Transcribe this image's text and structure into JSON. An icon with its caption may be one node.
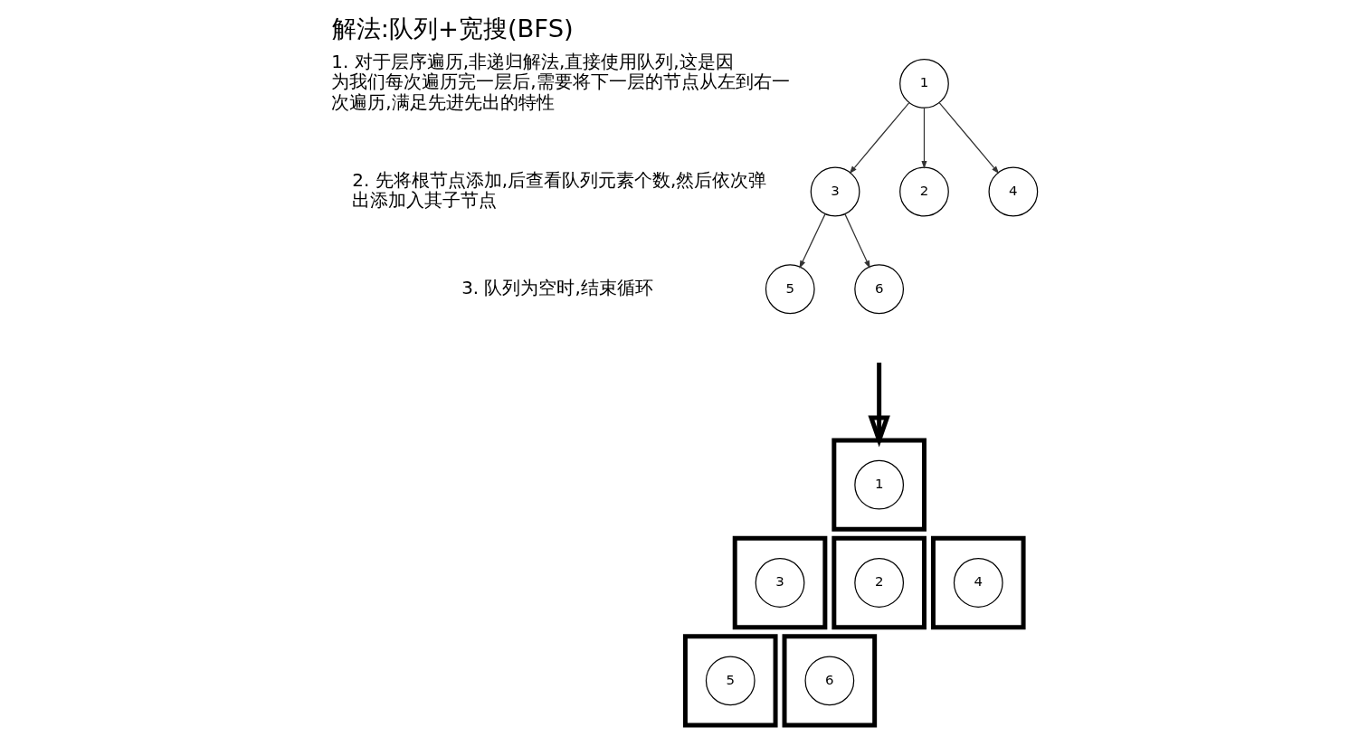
{
  "diagram": {
    "title": "解法:队列+宽搜(BFS)",
    "nodes": [
      {
        "text": [
          "1"
        ]
      },
      {
        "text": [
          "3"
        ]
      },
      {
        "text": [
          "2"
        ]
      },
      {
        "text": [
          "4"
        ]
      },
      {
        "text": [
          "5"
        ]
      },
      {
        "text": [
          "6"
        ]
      },
      {
        "text": [],
        "shape": "box"
      },
      {
        "text": [
          "1"
        ],
        "in": 6
      },
      {
        "text": [],
        "shape": "box"
      },
      {
        "text": [
          "3"
        ],
        "in": 8
      },
      {
        "text": [],
        "shape": "box"
      },
      {
        "text": [
          "2"
        ],
        "in": 10
      },
      {
        "text": [],
        "shape": "box"
      },
      {
        "text": [
          "4"
        ],
        "in": 12
      },
      {
        "text": [],
        "shape": "box"
      },
      {
        "text": [
          "5"
        ],
        "in": 14
      },
      {
        "text": [],
        "shape": "box"
      },
      {
        "text": [
          "6"
        ],
        "in": 16
      }
    ],
    "edges": [
      {
        "from": 0,
        "to": 1,
        "arrow": "to"
      },
      {
        "from": 0,
        "to": 2,
        "arrow": "to"
      },
      {
        "from": 0,
        "to": 3,
        "arrow": "to"
      },
      {
        "from": 1,
        "to": 4,
        "arrow": "to"
      },
      {
        "from": 1,
        "to": 5,
        "arrow": "to"
      },
      {
        "from": null,
        "to": 6,
        "arrow": "to",
        "style": "thick"
      }
    ],
    "labels": [
      "1. 对于层序遍历,非递归解法,直接使用队列,这是因为我们每次遍历完一层后,需要将下一层的节点从左到右一次遍历,满足先进先出的特性",
      "2. 先将根节点添加,后查看队列元素个数,然后依次弹出添加入其子节点",
      "3. 队列为空时,结束循环"
    ]
  }
}
